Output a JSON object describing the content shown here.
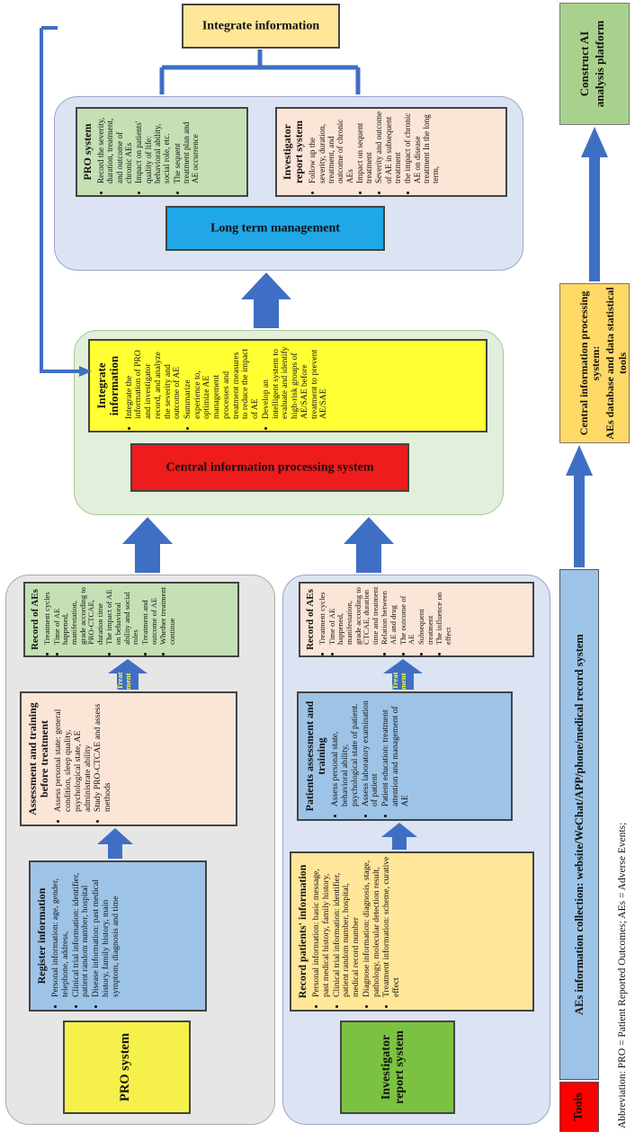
{
  "abbreviation": "Abbreviation: PRO = Patient Reported Outcomes; AEs = Adverse Events;",
  "colors": {
    "gray_panel": "#e6e6e6",
    "blue_panel": "#dce3f3",
    "green_panel": "#e2efda",
    "box_blue": "#9dc3e6",
    "box_peach": "#fbe5d6",
    "box_green": "#c5e0b4",
    "box_yellow_light": "#ffe699",
    "box_yellow": "#ffff33",
    "box_red": "#ee1c1c",
    "box_cyan": "#21a6e6",
    "label_yellow": "#f6f14a",
    "label_green": "#7cc242",
    "arrow": "#3f6fc4",
    "tools_bar": "#ff0000",
    "bar_blue": "#9dc3e6",
    "bar_orange": "#ffd966",
    "bar_green": "#a9d18e"
  },
  "pro": {
    "label": "PRO system",
    "register": {
      "title": "Register information",
      "items": [
        "Personal information: age, gender, telephone, address,",
        "Clinical trial information: identifier, patient random number, hospital",
        "Disease information: past medical history, family history, main symptom, diagnosis and time"
      ]
    },
    "assessment": {
      "title": "Assessment and training before treatment",
      "items": [
        "Assess personal state: general condition, sleep quality, psychological state, AE administrate ability",
        "Study PRO-CTCAE and assess methods"
      ]
    },
    "treatment_label": "Treat ment",
    "record": {
      "title": "Record of AEs",
      "items": [
        "Treatment cycles",
        "Time of AE happened, manifestation, grade according to PRO-CTCAE, duration time",
        "The impact of AE on behavioral ability and social roles",
        "Treatment and outcome of AE",
        "Whether treatment continue"
      ]
    }
  },
  "inv": {
    "label": "Investigator report system",
    "record_patients": {
      "title": "Record patients' information",
      "items": [
        "Personal information: basic message, past medical history, family history,",
        "Clinical trial information: identifier, patient random number, hospital, medical record number",
        "Diagnose information: diagnosis, stage, pathology, molecular detection result,",
        "Treatment information: scheme, curative effect"
      ]
    },
    "assessment": {
      "title": "Patients assessment and training",
      "items": [
        "Assess personal state, behavioral ability, psychological state of patient.",
        "Assess laboratory examination of patient",
        "Patient education: treatment attention and management of AE"
      ]
    },
    "treatment_label": "Treat ment",
    "record": {
      "title": "Record of AEs",
      "items": [
        "Treatment cycles",
        "Time of AE happened, manifestation, grade according to CTCAE, duration time and treatment",
        "Relation between AE and drug",
        "The outcome of AE",
        "Subsequent treatment",
        "The influence on effect"
      ]
    }
  },
  "central": {
    "title": "Central information processing system",
    "integrate": {
      "title": "Integrate information",
      "items": [
        "Integrate the information of PRO and investigator record, and analyze the severity and outcome of AE",
        "Summarize experience to, optimize AE management processes and treatment measures to reduce the impact of AE",
        "Develop an intelligent system to evaluate and identify high-risk groups of AE/SAE before treatment to prevent AE/SAE"
      ]
    }
  },
  "longterm": {
    "title": "Long term management",
    "pro": {
      "title": "PRO system",
      "items": [
        "Record the severity, duration, treatment, and outcome of chronic AEs",
        "Impact on patients' quality of life: behavioral ability, social role, etc.",
        "The sequent treatment plan and AE occurrence"
      ]
    },
    "inv": {
      "title": "Investigator report system",
      "items": [
        "Follow up the severity, duration, treatment, and outcome of chronic AEs",
        "Impact on sequent treatment",
        "Severity and outcome of AE in subsequent treatment",
        "the impact of chronic AE on disease treatment In the long term,"
      ]
    }
  },
  "integrate_top": {
    "title": "Integrate information"
  },
  "tools": {
    "label": "Tools",
    "collection": "AEs information collection: website/WeChat/APP/phone/medical record system",
    "processing_line1": "Central information processing system:",
    "processing_line2": "AEs database and data statistical tools",
    "platform_line1": "Construct AI",
    "platform_line2": "analysis platform"
  }
}
